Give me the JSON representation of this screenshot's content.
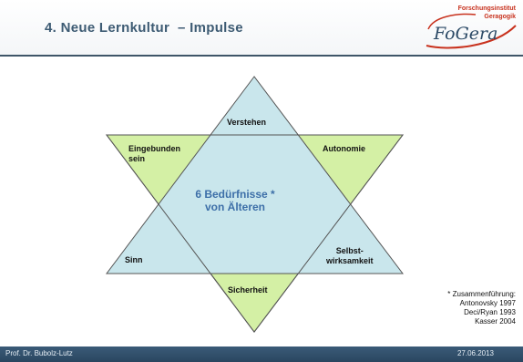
{
  "header": {
    "title": "4. Neue Lernkultur  – Impulse"
  },
  "logo": {
    "line1": "Forschungsinstitut",
    "line2": "Geragogik",
    "brand": "FoGera"
  },
  "diagram": {
    "center": [
      "6 Bedürfnisse *",
      "von Älteren"
    ],
    "top": "Verstehen",
    "bottom": "Sicherheit",
    "upper_left": [
      "Eingebunden",
      "sein"
    ],
    "upper_right": "Autonomie",
    "lower_left": "Sinn",
    "lower_right": [
      "Selbst-",
      "wirksamkeit"
    ]
  },
  "footnote": {
    "lines": [
      "* Zusammenführung:",
      "Antonovsky 1997",
      "Deci/Ryan 1993",
      "Kasser 2004"
    ]
  },
  "footer": {
    "author": "Prof. Dr. Bubolz-Lutz",
    "date": "27.06.2013"
  },
  "colors": {
    "title": "#3d5b73",
    "up_triangle": "#c9e6ec",
    "down_triangle": "#d4f0a5",
    "overlap": "#c9e6ec",
    "center_text": "#3d6fa8",
    "footer": "#2f4e69"
  }
}
